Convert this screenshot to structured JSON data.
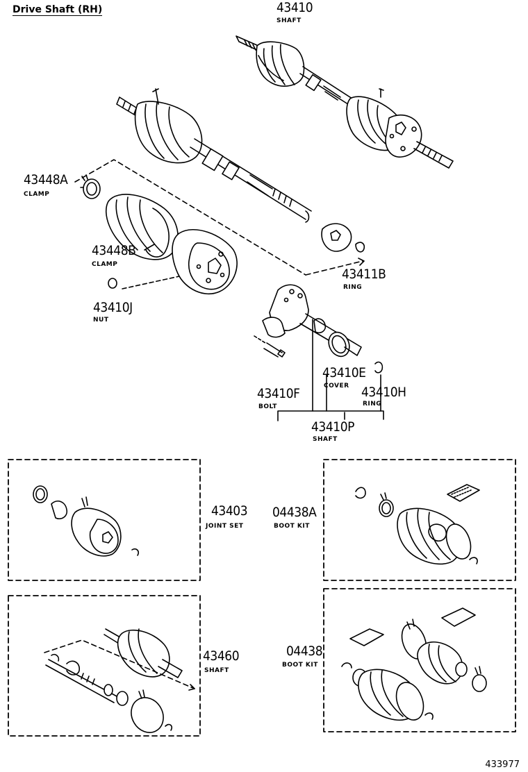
{
  "title": "Drive Shaft (RH)",
  "figure_number": "433977",
  "parts": [
    {
      "number": "43410",
      "name": "SHAFT"
    },
    {
      "number": "43448A",
      "name": "CLAMP"
    },
    {
      "number": "43448B",
      "name": "CLAMP"
    },
    {
      "number": "43410J",
      "name": "NUT"
    },
    {
      "number": "43411B",
      "name": "RING"
    },
    {
      "number": "43410E",
      "name": "COVER"
    },
    {
      "number": "43410F",
      "name": "BOLT"
    },
    {
      "number": "43410H",
      "name": "RING"
    },
    {
      "number": "43410P",
      "name": "SHAFT"
    },
    {
      "number": "43403",
      "name": "JOINT SET"
    },
    {
      "number": "04438A",
      "name": "BOOT KIT"
    },
    {
      "number": "43460",
      "name": "SHAFT"
    },
    {
      "number": "04438",
      "name": "BOOT KIT"
    }
  ]
}
